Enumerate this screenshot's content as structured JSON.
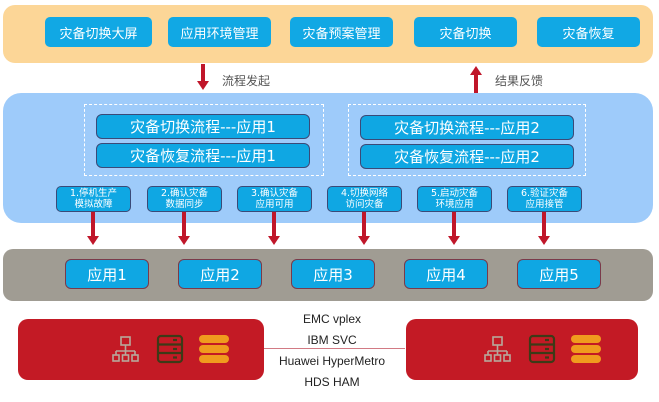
{
  "top_nav": {
    "buttons": [
      {
        "label": "灾备切换大屏"
      },
      {
        "label": "应用环境管理"
      },
      {
        "label": "灾备预案管理"
      },
      {
        "label": "灾备切换"
      },
      {
        "label": "灾备恢复"
      }
    ]
  },
  "arrows": {
    "start_label": "流程发起",
    "feedback_label": "结果反馈"
  },
  "flows": {
    "group1": [
      {
        "label": "灾备切换流程---应用1"
      },
      {
        "label": "灾备恢复流程---应用1"
      }
    ],
    "group2": [
      {
        "label": "灾备切换流程---应用2"
      },
      {
        "label": "灾备恢复流程---应用2"
      }
    ]
  },
  "steps": [
    {
      "line1": "1.停机生产",
      "line2": "模拟故障"
    },
    {
      "line1": "2.确认灾备",
      "line2": "数据同步"
    },
    {
      "line1": "3.确认灾备",
      "line2": "应用可用"
    },
    {
      "line1": "4.切换网络",
      "line2": "访问灾备"
    },
    {
      "line1": "5.启动灾备",
      "line2": "环境应用"
    },
    {
      "line1": "6.验证灾备",
      "line2": "应用接管"
    }
  ],
  "apps": [
    {
      "label": "应用1"
    },
    {
      "label": "应用2"
    },
    {
      "label": "应用3"
    },
    {
      "label": "应用4"
    },
    {
      "label": "应用5"
    }
  ],
  "storage": {
    "replication_options": [
      "EMC vplex",
      "IBM SVC",
      "Huawei HyperMetro",
      "HDS HAM"
    ],
    "site_icons": [
      "network-topology-icon",
      "server-rack-icon",
      "database-icon"
    ]
  },
  "colors": {
    "top_band": "#fcd697",
    "button_blue": "#11a8e4",
    "middle_band": "#9ecbfa",
    "app_band": "#a09c93",
    "arrow_red": "#c0162a",
    "storage_red": "#c31a25"
  }
}
